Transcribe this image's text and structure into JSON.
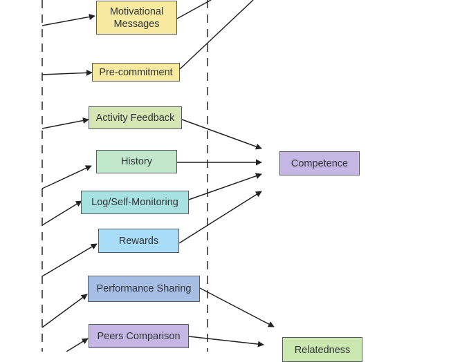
{
  "nodes": {
    "motivational_messages": "Motivational\nMessages",
    "pre_commitment": "Pre-commitment",
    "activity_feedback": "Activity Feedback",
    "history": "History",
    "log_self_monitoring": "Log/Self-Monitoring",
    "rewards": "Rewards",
    "performance_sharing": "Performance Sharing",
    "peers_comparison": "Peers Comparison",
    "competence": "Competence",
    "relatedness": "Relatedness"
  },
  "colors": {
    "yellow": "#f7eaa0",
    "green": "#d5e6b5",
    "mint": "#c2e8cc",
    "cyan": "#a7e2e0",
    "sky": "#a9dcf6",
    "blue": "#a6bde4",
    "purple": "#c5b7e4",
    "lime": "#cbe7b0",
    "line": "#222222"
  }
}
